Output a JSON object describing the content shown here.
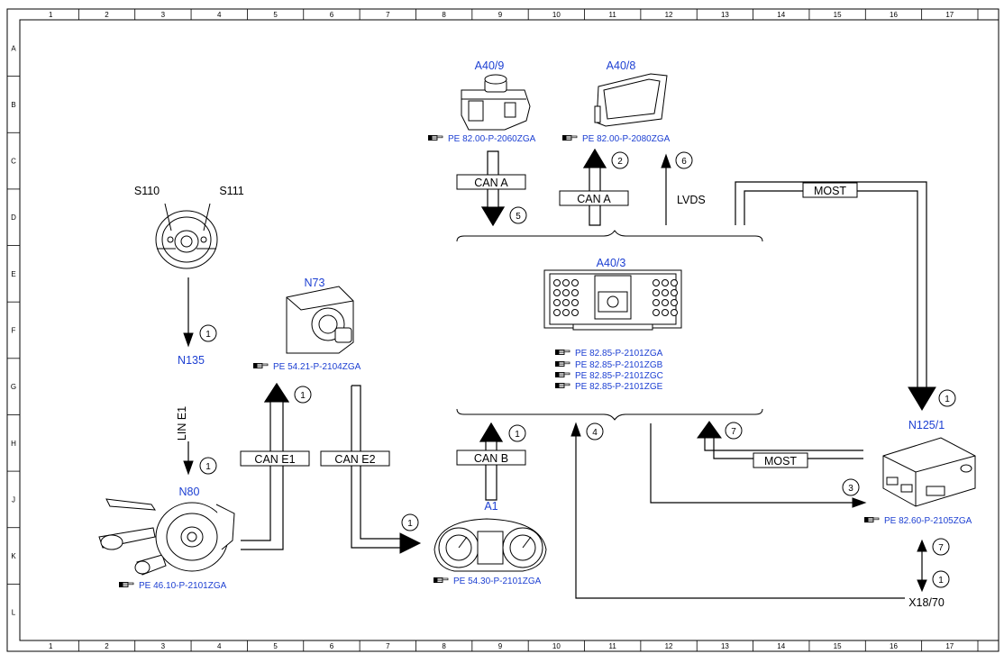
{
  "grid": {
    "columns": [
      "1",
      "2",
      "3",
      "4",
      "5",
      "6",
      "7",
      "8",
      "9",
      "10",
      "11",
      "12",
      "13",
      "14",
      "15",
      "16",
      "17"
    ],
    "rows": [
      "A",
      "B",
      "C",
      "D",
      "E",
      "F",
      "G",
      "H",
      "J",
      "K",
      "L"
    ]
  },
  "components": {
    "a40_9": "A40/9",
    "a40_8": "A40/8",
    "a40_3": "A40/3",
    "s110": "S110",
    "s111": "S111",
    "n135": "N135",
    "n73": "N73",
    "n80": "N80",
    "a1": "A1",
    "n125_1": "N125/1",
    "x18_70": "X18/70"
  },
  "references": {
    "a40_9": "PE 82.00-P-2060ZGA",
    "a40_8": "PE 82.00-P-2080ZGA",
    "a40_3_1": "PE 82.85-P-2101ZGA",
    "a40_3_2": "PE 82.85-P-2101ZGB",
    "a40_3_3": "PE 82.85-P-2101ZGC",
    "a40_3_4": "PE 82.85-P-2101ZGE",
    "n73": "PE 54.21-P-2104ZGA",
    "n80": "PE 46.10-P-2101ZGA",
    "a1": "PE 54.30-P-2101ZGA",
    "n125_1": "PE 82.60-P-2105ZGA"
  },
  "buses": {
    "can_a_down": "CAN A",
    "can_a_up": "CAN A",
    "lvds": "LVDS",
    "most_top": "MOST",
    "most_bottom": "MOST",
    "can_b": "CAN B",
    "can_e1": "CAN E1",
    "can_e2": "CAN E2",
    "lin_e1": "LIN E1"
  },
  "markers": {
    "m_can_a_down": "5",
    "m_can_a_up": "2",
    "m_lvds": "6",
    "m_n135_top": "1",
    "m_n135_bottom": "1",
    "m_n73": "1",
    "m_a1": "1",
    "m_can_b": "1",
    "m_line4": "4",
    "m_most_bottom": "7",
    "m_n125_top": "1",
    "m_line3": "3",
    "m_x18_a": "7",
    "m_x18_b": "1"
  },
  "icons": {
    "ref_pointer": "pointing-hand-icon"
  },
  "colors": {
    "label_blue": "#1c3fd2",
    "line_black": "#000000"
  }
}
